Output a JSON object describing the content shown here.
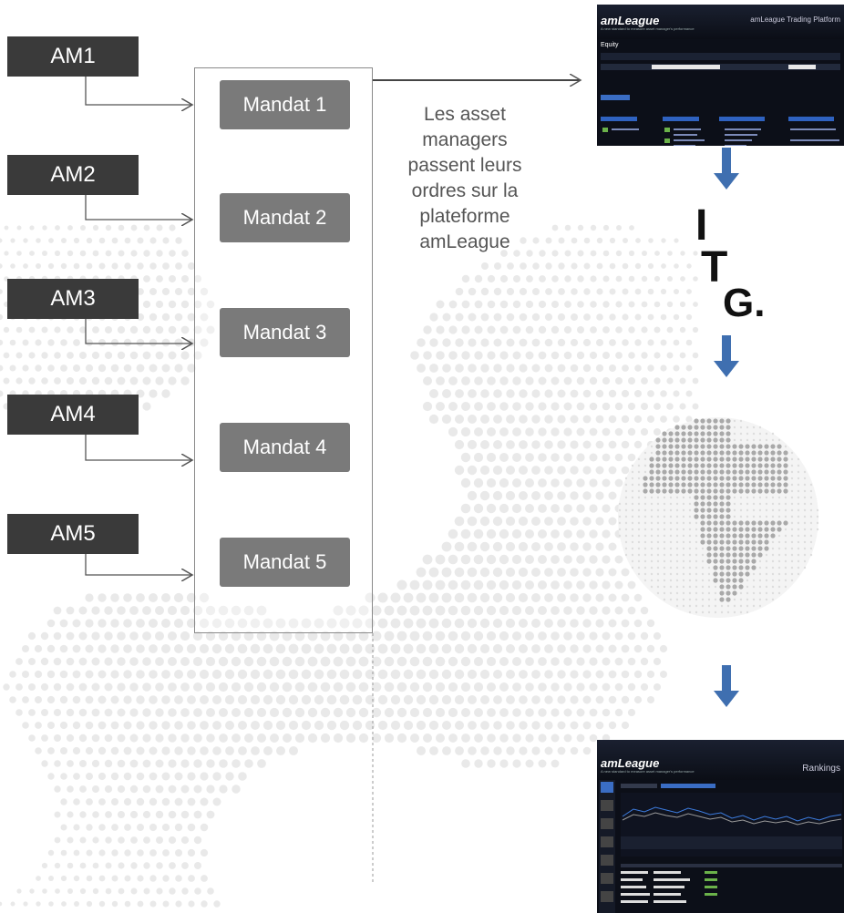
{
  "asset_managers": [
    "AM1",
    "AM2",
    "AM3",
    "AM4",
    "AM5"
  ],
  "mandates": [
    "Mandat 1",
    "Mandat 2",
    "Mandat 3",
    "Mandat 4",
    "Mandat 5"
  ],
  "caption_lines": [
    "Les asset",
    "managers",
    "passent leurs",
    "ordres sur la",
    "plateforme",
    "amLeague"
  ],
  "platform_screenshot": {
    "logo": "amLeague",
    "tagline": "A new standard to measure asset manager's performance",
    "title": "amLeague Trading Platform",
    "section": "Equity"
  },
  "rankings_screenshot": {
    "logo": "amLeague",
    "tagline": "A new standard to measure asset manager's performance",
    "title": "Rankings"
  },
  "broker_logo": {
    "letters": [
      "I",
      "T",
      "G."
    ]
  },
  "colors": {
    "am_box": "#3a3a3a",
    "mandat_box": "#7a7a7a",
    "arrow_blue": "#3f6fb0",
    "caption_text": "#555555",
    "frame_border": "#8a8a8a"
  }
}
